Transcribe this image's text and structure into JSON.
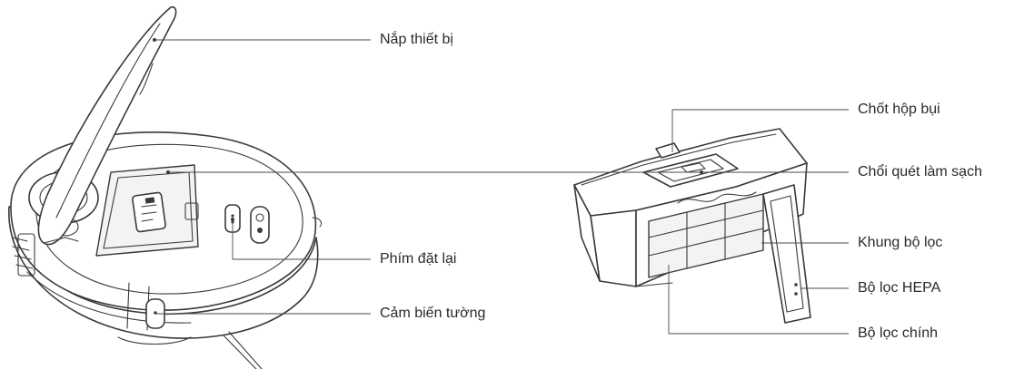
{
  "labels": {
    "device_lid": "Nắp thiết bị",
    "reset_key": "Phím đặt lại",
    "wall_sensor": "Cảm biến tường",
    "dustbin_latch": "Chốt hộp bụi",
    "cleaning_brush": "Chổi quét làm sạch",
    "filter_frame": "Khung bộ lọc",
    "hepa_filter": "Bộ lọc HEPA",
    "main_filter": "Bộ lọc chính"
  },
  "colors": {
    "line": "#3a3a3a",
    "text": "#2a2a2a",
    "background": "#ffffff"
  }
}
